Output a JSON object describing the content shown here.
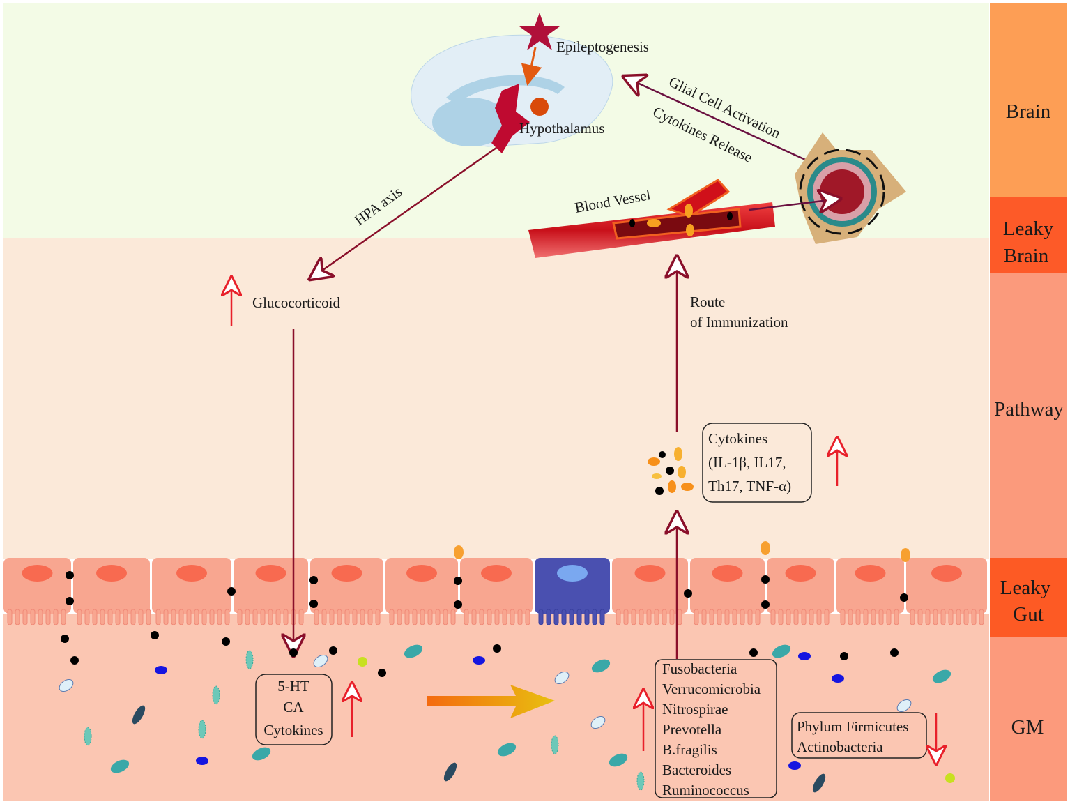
{
  "side_labels": {
    "brain": "Brain",
    "leaky_brain_1": "Leaky",
    "leaky_brain_2": "Brain",
    "pathway": "Pathway",
    "leaky_gut_1": "Leaky",
    "leaky_gut_2": "Gut",
    "gm": "GM"
  },
  "brain": {
    "epileptogenesis": "Epileptogenesis",
    "hypothalamus": "Hypothalamus",
    "glial": "Glial Cell Activation",
    "cytokines_release": "Cytokines Release",
    "blood_vessel": "Blood Vessel"
  },
  "pathway": {
    "hpa": "HPA axis",
    "glucocorticoid": "Glucocorticoid",
    "route_1": "Route",
    "route_2": "of  Immunization",
    "cytokines_box": [
      "Cytokines",
      "(IL-1β, IL17,",
      "Th17, TNF-α)"
    ]
  },
  "gm": {
    "neuro_box": [
      "5-HT",
      "CA",
      "Cytokines"
    ],
    "increased_taxa": [
      "Fusobacteria",
      "Verrucomicrobia",
      "Nitrospirae",
      "Prevotella",
      "B.fragilis",
      "Bacteroides",
      "Ruminococcus"
    ],
    "decreased_taxa": [
      "Phylum Firmicutes",
      "Actinobacteria"
    ]
  },
  "colors": {
    "brain_zone": "#f3fbe6",
    "pathway_zone": "#fbe9d9",
    "epithelium": "#f8a690",
    "lumen": "#fbc6b2",
    "arrow_dark": "#8a0f2a",
    "arrow_up_red": "#e8202a",
    "side_brain": "#fd9e55",
    "side_leaky": "#fd5a28",
    "side_pathway": "#fb9a7c"
  }
}
